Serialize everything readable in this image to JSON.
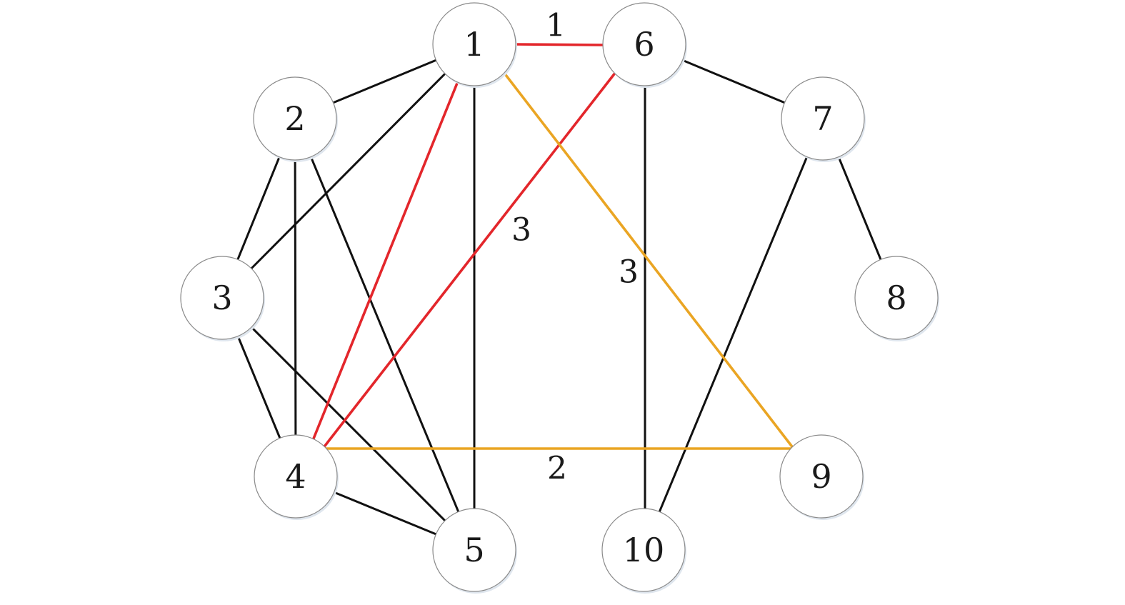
{
  "colors": {
    "background": "#ffffff",
    "default_edge": "#111111",
    "red": "#e3262b",
    "orange": "#eaa523"
  },
  "nodes": [
    {
      "id": "1",
      "label": "1"
    },
    {
      "id": "2",
      "label": "2"
    },
    {
      "id": "3",
      "label": "3"
    },
    {
      "id": "4",
      "label": "4"
    },
    {
      "id": "5",
      "label": "5"
    },
    {
      "id": "6",
      "label": "6"
    },
    {
      "id": "7",
      "label": "7"
    },
    {
      "id": "8",
      "label": "8"
    },
    {
      "id": "9",
      "label": "9"
    },
    {
      "id": "10",
      "label": "10"
    }
  ],
  "edges": [
    {
      "from": "1",
      "to": "2",
      "color": "default_edge"
    },
    {
      "from": "1",
      "to": "3",
      "color": "default_edge"
    },
    {
      "from": "1",
      "to": "5",
      "color": "default_edge"
    },
    {
      "from": "2",
      "to": "3",
      "color": "default_edge"
    },
    {
      "from": "2",
      "to": "4",
      "color": "default_edge"
    },
    {
      "from": "2",
      "to": "5",
      "color": "default_edge"
    },
    {
      "from": "3",
      "to": "4",
      "color": "default_edge"
    },
    {
      "from": "3",
      "to": "5",
      "color": "default_edge"
    },
    {
      "from": "4",
      "to": "5",
      "color": "default_edge"
    },
    {
      "from": "6",
      "to": "7",
      "color": "default_edge"
    },
    {
      "from": "6",
      "to": "10",
      "color": "default_edge"
    },
    {
      "from": "7",
      "to": "8",
      "color": "default_edge"
    },
    {
      "from": "7",
      "to": "10",
      "color": "default_edge"
    },
    {
      "from": "1",
      "to": "6",
      "color": "red",
      "label": "1"
    },
    {
      "from": "1",
      "to": "4",
      "color": "red"
    },
    {
      "from": "6",
      "to": "4",
      "color": "red",
      "label": "3"
    },
    {
      "from": "1",
      "to": "9",
      "color": "orange",
      "label": "3"
    },
    {
      "from": "4",
      "to": "9",
      "color": "orange",
      "label": "2"
    }
  ]
}
